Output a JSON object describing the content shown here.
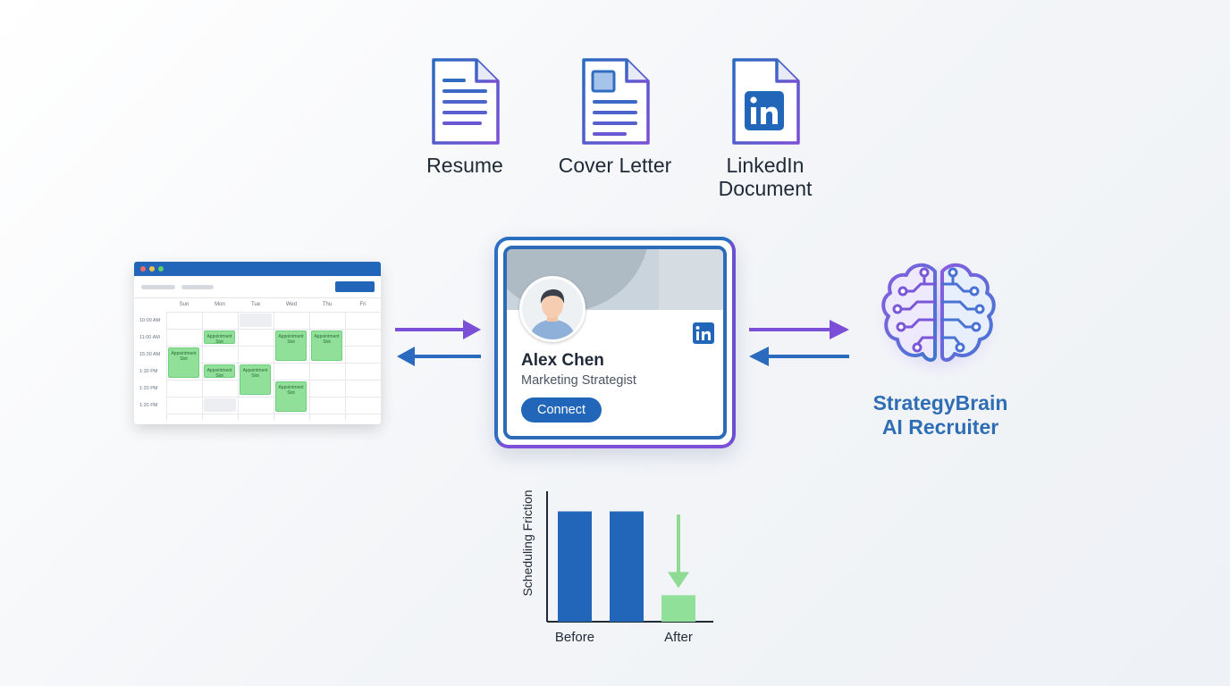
{
  "documents": [
    {
      "label_line1": "Resume",
      "label_line2": "",
      "icon": "document-lines-icon"
    },
    {
      "label_line1": "Cover Letter",
      "label_line2": "",
      "icon": "document-image-icon"
    },
    {
      "label_line1": "LinkedIn",
      "label_line2": "Document",
      "icon": "linkedin-document-icon"
    }
  ],
  "calendar": {
    "days": [
      "Sun",
      "Mon",
      "Tue",
      "Wed",
      "Thu",
      "Fri"
    ],
    "times": [
      "10:00 AM",
      "11:00 AM",
      "15:30 AM",
      "1:30 PM",
      "1:20 PM",
      "1:20 PM"
    ],
    "appointments": [
      {
        "label": "Appointment Slot",
        "col": 1,
        "row": 1
      },
      {
        "label": "Appointment Slot",
        "col": 3,
        "row": 1
      },
      {
        "label": "Appointment Slot",
        "col": 4,
        "row": 1
      },
      {
        "label": "Appointment Slot",
        "col": 0,
        "row": 2
      },
      {
        "label": "Appointment Slot",
        "col": 1,
        "row": 3
      },
      {
        "label": "Appointment Slot",
        "col": 2,
        "row": 3
      },
      {
        "label": "Appointment Slot",
        "col": 3,
        "row": 4
      }
    ]
  },
  "profile": {
    "name": "Alex Chen",
    "role": "Marketing Strategist",
    "connect_label": "Connect",
    "badge_text": "in"
  },
  "brain": {
    "label_line1": "StrategyBrain",
    "label_line2": "AI Recruiter",
    "icon": "brain-circuit-icon"
  },
  "colors": {
    "primary": "#2166b8",
    "purple": "#7b4fd8",
    "green": "#90e09a",
    "text": "#1f2937"
  },
  "chart_data": {
    "type": "bar",
    "categories": [
      "Before",
      "After"
    ],
    "series": [
      {
        "values": [
          100,
          100,
          24
        ]
      }
    ],
    "ylabel": "Scheduling Friction",
    "xlabel": "",
    "title": "",
    "ylim": [
      0,
      115
    ],
    "grid": false
  }
}
